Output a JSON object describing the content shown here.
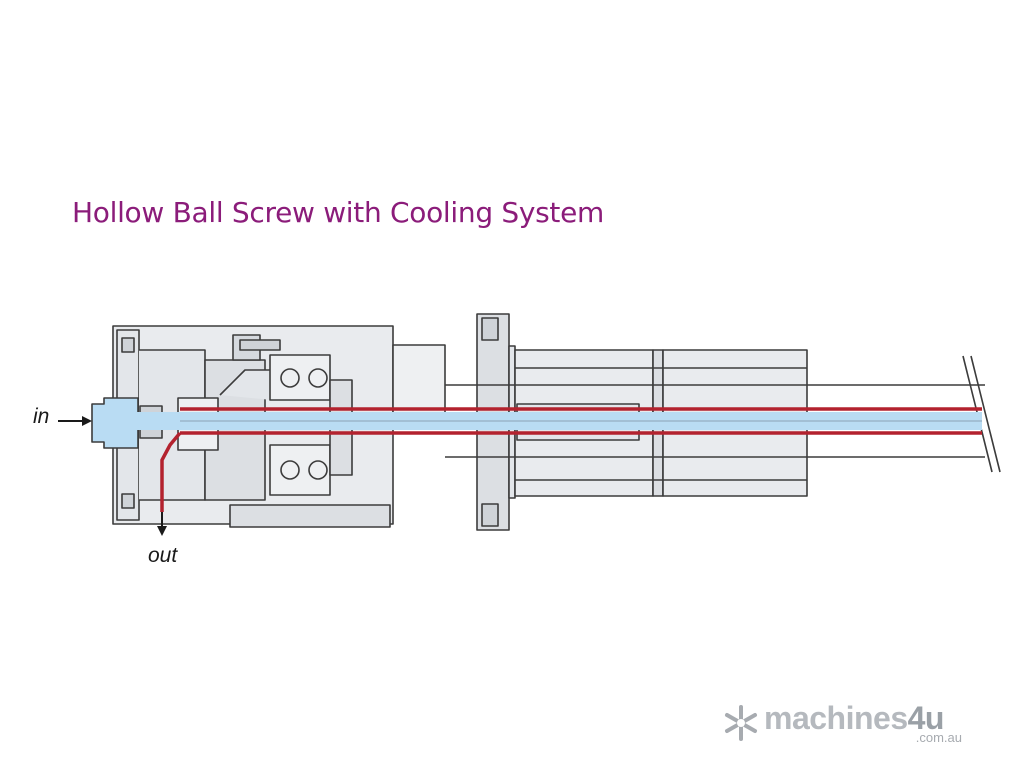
{
  "title": "Hollow Ball Screw with Cooling System",
  "labels": {
    "in": "in",
    "out": "out"
  },
  "watermark": {
    "brand_main": "machines",
    "brand_suffix": "4u",
    "domain": ".com.au"
  },
  "colors": {
    "title": "#8b1c7a",
    "outline": "#3c3c3c",
    "body_fill": "#e9ebee",
    "housing_fill": "#dcdfe3",
    "coolant_in": "#b9dcf3",
    "coolant_return": "#b3222e",
    "watermark": "#a7abb0"
  }
}
